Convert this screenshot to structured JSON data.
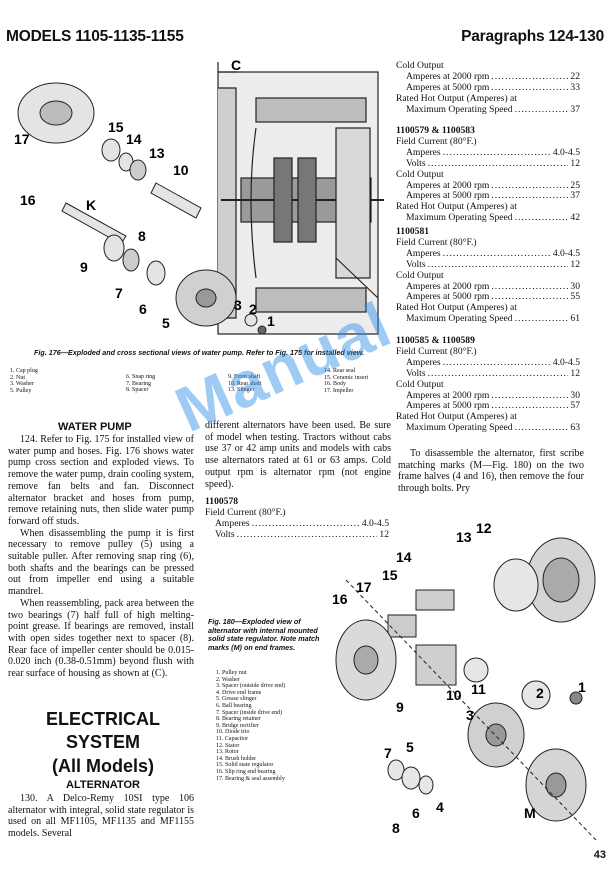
{
  "header": {
    "left": "MODELS 1105-1135-1155",
    "right": "Paragraphs 124-130"
  },
  "fig176": {
    "caption": "Fig. 176—Exploded and cross sectional views of water pump. Refer to Fig. 175 for installed view.",
    "callouts": [
      "C",
      "15",
      "14",
      "13",
      "10",
      "16",
      "K",
      "8",
      "9",
      "7",
      "6",
      "5",
      "2",
      "3",
      "1",
      "17"
    ],
    "legend": [
      "1. Cap plug",
      "2. Nut",
      "3. Washer",
      "5. Pulley",
      "6. Snap ring",
      "7. Bearing",
      "8. Spacer",
      "9. Front shaft",
      "10. Rear shaft",
      "13. Slinger",
      "14. Rear seal",
      "15. Ceramic insert",
      "16. Body",
      "17. Impeller"
    ]
  },
  "water_pump": {
    "heading": "WATER PUMP",
    "p1": "124. Refer to Fig. 175 for installed view of water pump and hoses. Fig. 176 shows water pump cross section and exploded views. To remove the water pump, drain cooling system, remove fan belts and fan. Disconnect alternator bracket and hoses from pump, remove retaining nuts, then slide water pump forward off studs.",
    "p2": "When disassembling the pump it is first necessary to remove pulley (5) using a suitable puller. After removing snap ring (6), both shafts and the bearings can be pressed out from impeller end using a suitable mandrel.",
    "p3": "When reassembling, pack area between the two bearings (7) half full of high melting-point grease. If bearings are removed, install with open sides together next to spacer (8). Rear face of impeller center should be 0.015-0.020 inch (0.38-0.51mm) beyond flush with rear surface of housing as shown at (C)."
  },
  "electrical": {
    "title1": "ELECTRICAL",
    "title2": "SYSTEM",
    "title3": "(All Models)",
    "sub": "ALTERNATOR",
    "p1": "130. A Delco-Remy 10SI type 106 alternator with integral, solid state regulator is used on all MF1105, MF1135 and MF1155 models. Several"
  },
  "mid_col": {
    "p1": "different alternators have been used. Be sure of model when testing. Tractors without cabs use 37 or 42 amp units and models with cabs use alternators rated at 61 or 63 amps. Cold output rpm is alternator rpm (not engine speed).",
    "model": "1100578",
    "rows": [
      {
        "label": "Field Current (80°F.)",
        "value": ""
      },
      {
        "label": "Amperes",
        "value": "4.0-4.5"
      },
      {
        "label": "Volts",
        "value": "12"
      }
    ]
  },
  "spec_top": [
    {
      "t": "h",
      "label": "Cold Output"
    },
    {
      "t": "r",
      "label": "Amperes at 2000 rpm",
      "value": "22"
    },
    {
      "t": "r",
      "label": "Amperes at 5000 rpm",
      "value": "33"
    },
    {
      "t": "h",
      "label": "Rated Hot Output (Amperes) at"
    },
    {
      "t": "r",
      "label": "Maximum Operating Speed",
      "value": "37"
    }
  ],
  "spec_blocks": [
    {
      "model": "1100579 & 1100583",
      "rows": [
        {
          "t": "h",
          "label": "Field Current (80°F.)"
        },
        {
          "t": "r",
          "label": "Amperes",
          "value": "4.0-4.5"
        },
        {
          "t": "r",
          "label": "Volts",
          "value": "12"
        },
        {
          "t": "h",
          "label": "Cold Output"
        },
        {
          "t": "r",
          "label": "Amperes at 2000 rpm",
          "value": "25"
        },
        {
          "t": "r",
          "label": "Amperes at 5000 rpm",
          "value": "37"
        },
        {
          "t": "h",
          "label": "Rated Hot Output (Amperes) at"
        },
        {
          "t": "r",
          "label": "Maximum Operating Speed",
          "value": "42"
        }
      ]
    },
    {
      "model": "1100581",
      "rows": [
        {
          "t": "h",
          "label": "Field Current (80°F.)"
        },
        {
          "t": "r",
          "label": "Amperes",
          "value": "4.0-4.5"
        },
        {
          "t": "r",
          "label": "Volts",
          "value": "12"
        },
        {
          "t": "h",
          "label": "Cold Output"
        },
        {
          "t": "r",
          "label": "Amperes at 2000 rpm",
          "value": "30"
        },
        {
          "t": "r",
          "label": "Amperes at 5000 rpm",
          "value": "55"
        },
        {
          "t": "h",
          "label": "Rated Hot Output (Amperes) at"
        },
        {
          "t": "r",
          "label": "Maximum Operating Speed",
          "value": "61"
        }
      ]
    },
    {
      "model": "1100585 & 1100589",
      "rows": [
        {
          "t": "h",
          "label": "Field Current (80°F.)"
        },
        {
          "t": "r",
          "label": "Amperes",
          "value": "4.0-4.5"
        },
        {
          "t": "r",
          "label": "Volts",
          "value": "12"
        },
        {
          "t": "h",
          "label": "Cold Output"
        },
        {
          "t": "r",
          "label": "Amperes at 2000 rpm",
          "value": "30"
        },
        {
          "t": "r",
          "label": "Amperes at 5000 rpm",
          "value": "57"
        },
        {
          "t": "h",
          "label": "Rated Hot Output (Amperes) at"
        },
        {
          "t": "r",
          "label": "Maximum Operating Speed",
          "value": "63"
        }
      ]
    }
  ],
  "disassemble": {
    "p": "To disassemble the alternator, first scribe matching marks (M—Fig. 180) on the two frame halves (4 and 16), then remove the four through bolts. Pry"
  },
  "fig180": {
    "caption": "Fig. 180—Exploded view of alternator with internal mounted solid state regulator. Note match marks (M) on end frames.",
    "callouts": [
      "12",
      "13",
      "14",
      "15",
      "17",
      "16",
      "10",
      "11",
      "9",
      "2",
      "1",
      "3",
      "7",
      "5",
      "4",
      "6",
      "8",
      "M"
    ],
    "legend": [
      "1. Pulley nut",
      "2. Washer",
      "3. Spacer (outside drive end)",
      "4. Drive end frame",
      "5. Grease slinger",
      "6. Ball bearing",
      "7. Spacer (inside drive end)",
      "8. Bearing retainer",
      "9. Bridge rectifier",
      "10. Diode trio",
      "11. Capacitor",
      "12. Stator",
      "13. Rotor",
      "14. Brush holder",
      "15. Solid state regulator",
      "16. Slip ring end bearing",
      "17. Bearing & seal assembly"
    ]
  },
  "watermark": "Manual",
  "page_number": "43"
}
